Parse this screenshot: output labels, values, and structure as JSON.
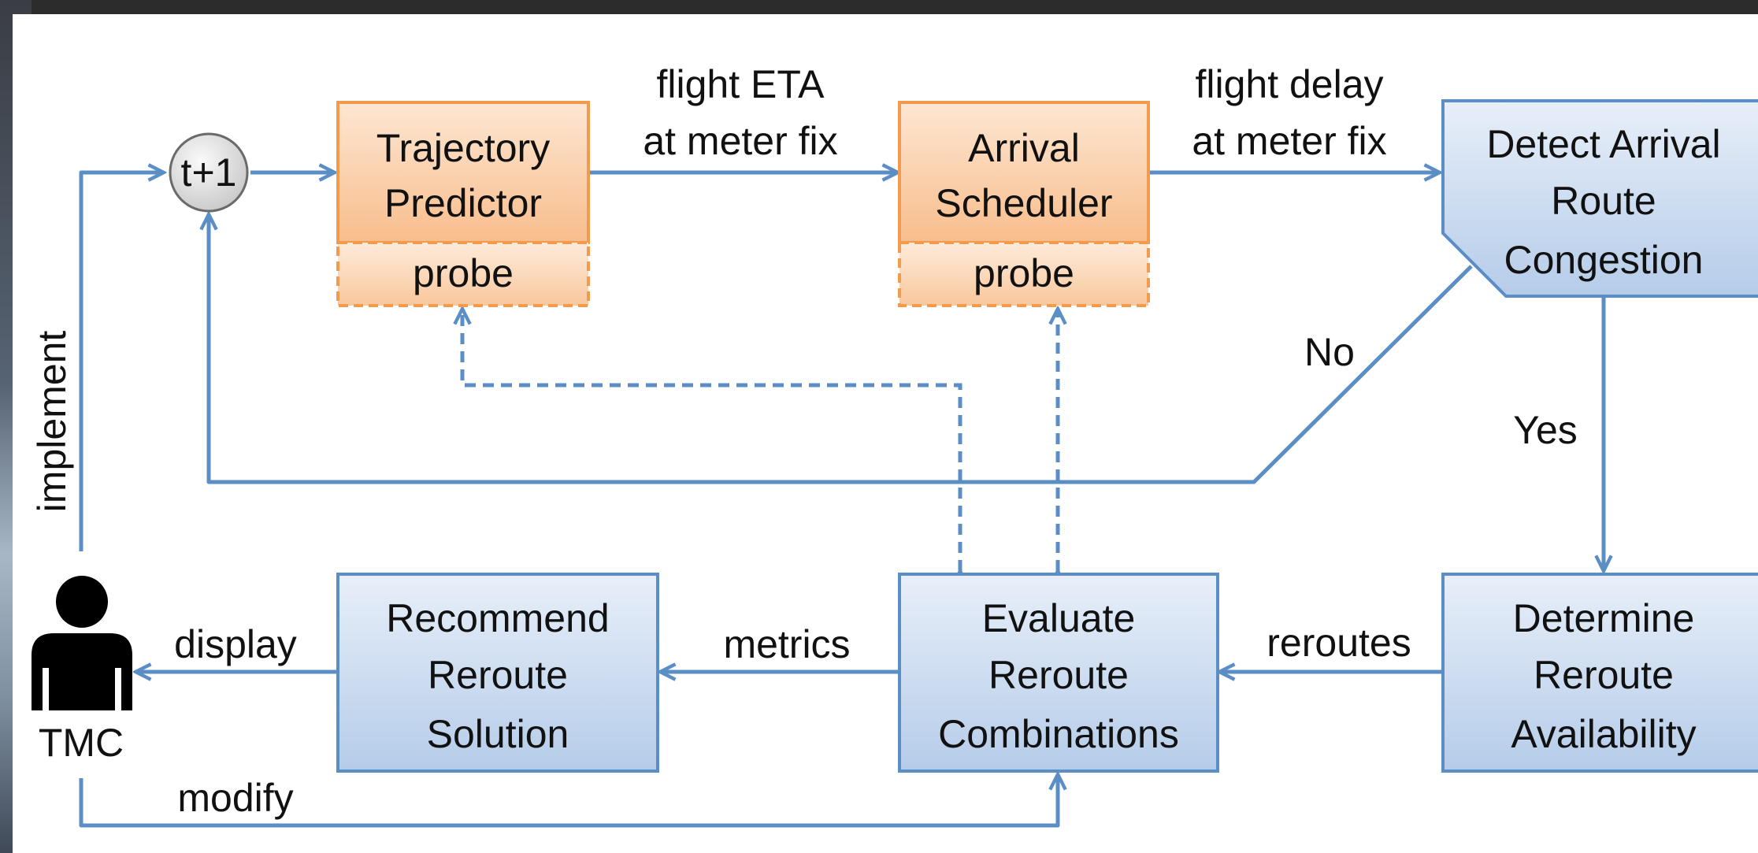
{
  "nodes": {
    "sum": "t+1",
    "trajectory": [
      "Trajectory",
      "Predictor"
    ],
    "trajectory_probe": "probe",
    "scheduler": [
      "Arrival",
      "Scheduler"
    ],
    "scheduler_probe": "probe",
    "detect": [
      "Detect Arrival",
      "Route",
      "Congestion"
    ],
    "determine": [
      "Determine",
      "Reroute",
      "Availability"
    ],
    "evaluate": [
      "Evaluate",
      "Reroute",
      "Combinations"
    ],
    "recommend": [
      "Recommend",
      "Reroute",
      "Solution"
    ],
    "tmc": "TMC"
  },
  "edges": {
    "eta": [
      "flight ETA",
      "at meter fix"
    ],
    "delay": [
      "flight delay",
      "at meter fix"
    ],
    "no": "No",
    "yes": "Yes",
    "reroutes": "reroutes",
    "metrics": "metrics",
    "display": "display",
    "modify": "modify",
    "implement": "implement"
  },
  "colors": {
    "line": "#5b8ec5",
    "blue_box_top": "#e6eef9",
    "blue_box_bottom": "#b7cde9",
    "orange_top": "#fde5cf",
    "orange_bottom": "#f7bb8a",
    "orange_border": "#f29b4d"
  }
}
